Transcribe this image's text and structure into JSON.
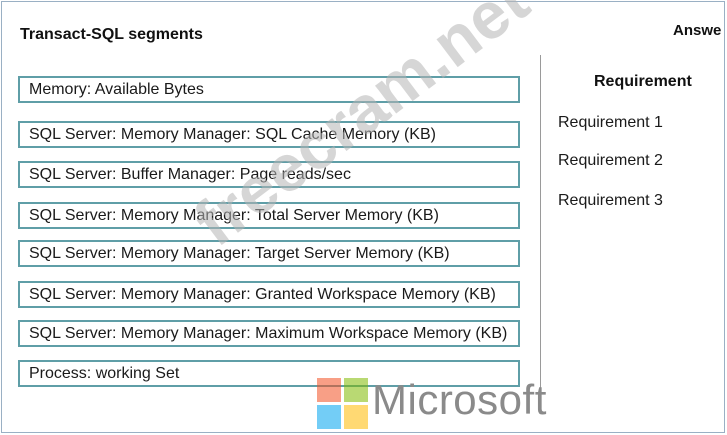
{
  "left_title": "Transact-SQL segments",
  "answer_title": "Answe",
  "segments": [
    "Memory: Available Bytes",
    "SQL Server: Memory Manager: SQL Cache Memory (KB)",
    "SQL Server: Buffer Manager: Page reads/sec",
    "SQL Server: Memory Manager: Total Server Memory (KB)",
    "SQL Server: Memory Manager: Target Server Memory (KB)",
    "SQL Server: Memory Manager: Granted Workspace Memory (KB)",
    "SQL Server: Memory Manager: Maximum Workspace Memory (KB)",
    "Process: working Set"
  ],
  "requirement_header": "Requirement",
  "requirements": [
    "Requirement 1",
    "Requirement 2",
    "Requirement 3"
  ],
  "watermark": "freecram.net",
  "brand": {
    "text": "Microsoft",
    "colors": [
      "#f25022",
      "#7fba00",
      "#00a4ef",
      "#ffb900"
    ]
  }
}
